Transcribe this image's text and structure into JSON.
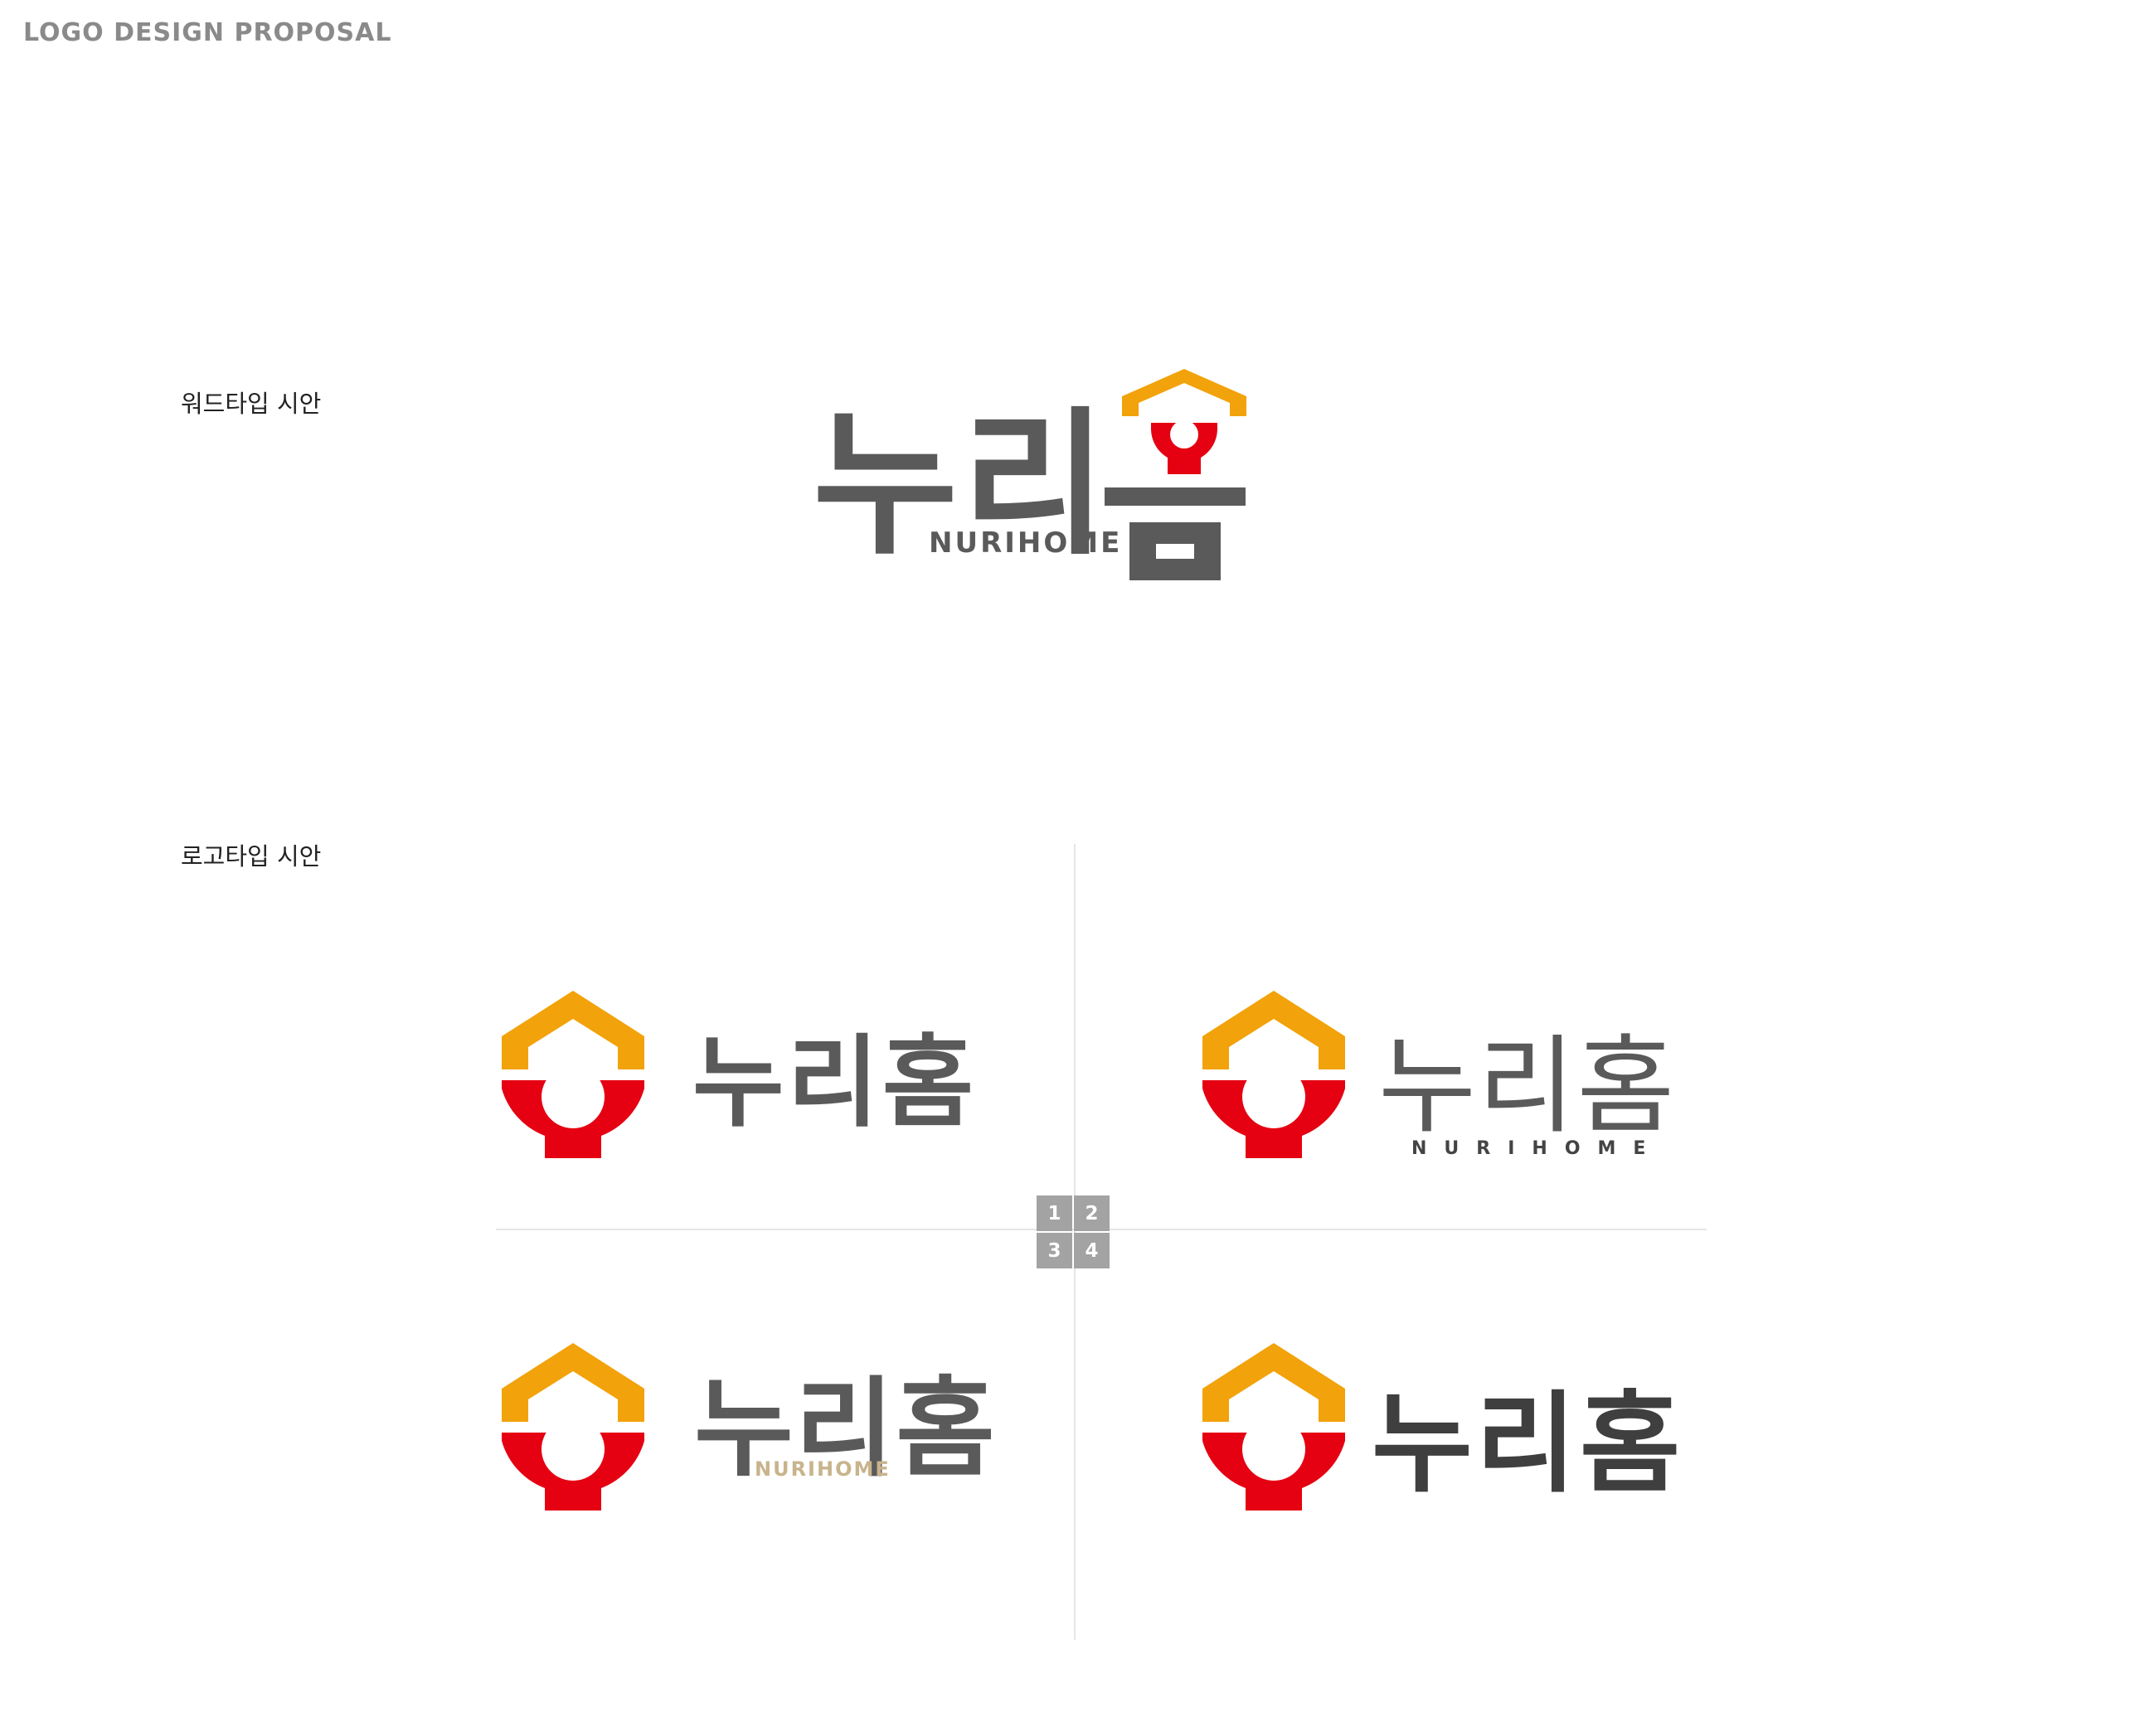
{
  "header": {
    "title": "LOGO DESIGN PROPOSAL"
  },
  "sections": {
    "wordtype_label": "워드타입 시안",
    "logotype_label": "로고타입 시안"
  },
  "brand": {
    "korean": "누리홈",
    "korean_parts": [
      "누",
      "리",
      "홈"
    ],
    "english": "NURIHOME"
  },
  "quadrant_labels": [
    "1",
    "2",
    "3",
    "4"
  ],
  "colors": {
    "orange": "#f2a20a",
    "red": "#e50012",
    "gray": "#5a5a5a",
    "dark": "#3f3f3f",
    "beige": "#c8b48c",
    "divider": "#e6e6e6",
    "badge": "#a3a3a3"
  },
  "icons": {
    "symbol": "house-symbol-icon"
  }
}
